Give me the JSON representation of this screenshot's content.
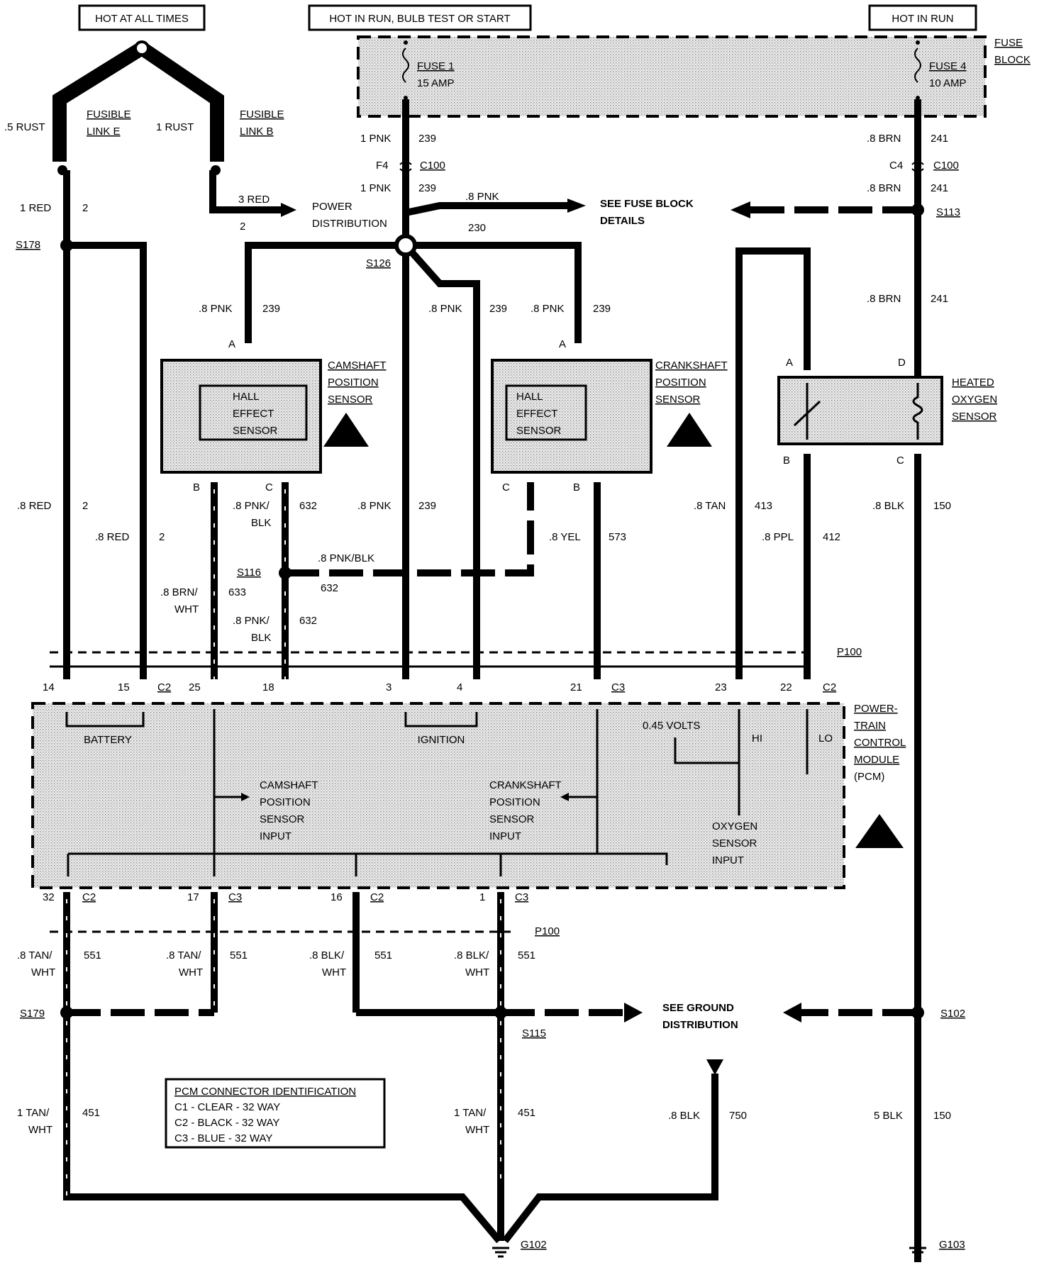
{
  "headers": {
    "hot_always": "HOT AT ALL TIMES",
    "hot_run_bulb": "HOT IN RUN, BULB TEST OR START",
    "hot_run": "HOT IN RUN"
  },
  "fuse_block": {
    "label_line1": "FUSE",
    "label_line2": "BLOCK",
    "fuse1_name": "FUSE 1",
    "fuse1_rating": "15 AMP",
    "fuse4_name": "FUSE 4",
    "fuse4_rating": "10 AMP"
  },
  "fusible_links": {
    "e_line1": "FUSIBLE",
    "e_line2": "LINK E",
    "b_line1": "FUSIBLE",
    "b_line2": "LINK B",
    "e_wire": ".5 RUST",
    "b_wire": "1 RUST"
  },
  "power": {
    "wire_gauge": "3 RED",
    "wire_circuit": "2",
    "dist_line1": "POWER",
    "dist_line2": "DISTRIBUTION"
  },
  "fuse_details": {
    "line1": "SEE FUSE BLOCK",
    "line2": "DETAILS"
  },
  "ground_dist": {
    "line1": "SEE GROUND",
    "line2": "DISTRIBUTION"
  },
  "wires": {
    "red1": "1 RED",
    "c2": "2",
    "pnk1": "1 PNK",
    "c239": "239",
    "brn8": ".8 BRN",
    "c241": "241",
    "f4": "F4",
    "c4": "C4",
    "c100": "C100",
    "pnk8": ".8 PNK",
    "c230": "230",
    "red8": ".8 RED",
    "pnkblk1": ".8 PNK/",
    "pnkblk2": "BLK",
    "c632": "632",
    "pnkblk": ".8 PNK/BLK",
    "brnwht1": ".8 BRN/",
    "brnwht2": "WHT",
    "c633": "633",
    "yel": ".8 YEL",
    "c573": "573",
    "tan": ".8 TAN",
    "c413": "413",
    "ppl": ".8 PPL",
    "c412": "412",
    "blk8": ".8 BLK",
    "c150": "150",
    "tanwht1": ".8 TAN/",
    "wht": "WHT",
    "c551": "551",
    "blkwht1": ".8 BLK/",
    "tan1": "1 TAN/",
    "c451": "451",
    "c750": "750",
    "blk5": "5 BLK"
  },
  "splices": {
    "s178": "S178",
    "s126": "S126",
    "s113": "S113",
    "s116": "S116",
    "s179": "S179",
    "s115": "S115",
    "s102": "S102"
  },
  "grounds": {
    "g102": "G102",
    "g103": "G103"
  },
  "connectors": {
    "p100": "P100",
    "c2": "C2",
    "c3": "C3"
  },
  "pins": {
    "p14": "14",
    "p15": "15",
    "p25": "25",
    "p18": "18",
    "p3": "3",
    "p4": "4",
    "p21": "21",
    "p23": "23",
    "p22": "22",
    "p32": "32",
    "p17": "17",
    "p16": "16",
    "p1": "1",
    "A": "A",
    "B": "B",
    "C": "C",
    "D": "D"
  },
  "sensors": {
    "cam_line1": "CAMSHAFT",
    "cam_line2": "POSITION",
    "cam_line3": "SENSOR",
    "crank_line1": "CRANKSHAFT",
    "crank_line2": "POSITION",
    "crank_line3": "SENSOR",
    "o2_line1": "HEATED",
    "o2_line2": "OXYGEN",
    "o2_line3": "SENSOR",
    "hall1": "HALL",
    "hall2": "EFFECT",
    "hall3": "SENSOR"
  },
  "pcm": {
    "line1": "POWER-",
    "line2": "TRAIN",
    "line3": "CONTROL",
    "line4": "MODULE",
    "line5": "(PCM)",
    "battery": "BATTERY",
    "ignition": "IGNITION",
    "volts": "0.45 VOLTS",
    "hi": "HI",
    "lo": "LO",
    "cam_in1": "CAMSHAFT",
    "cam_in2": "POSITION",
    "cam_in3": "SENSOR",
    "cam_in4": "INPUT",
    "crank_in1": "CRANKSHAFT",
    "crank_in2": "POSITION",
    "crank_in3": "SENSOR",
    "crank_in4": "INPUT",
    "o2_in1": "OXYGEN",
    "o2_in2": "SENSOR",
    "o2_in3": "INPUT"
  },
  "pcm_conn_id": {
    "title": "PCM CONNECTOR IDENTIFICATION",
    "row1": "C1 - CLEAR -  32 WAY",
    "row2": "C2 - BLACK -  32 WAY",
    "row3": "C3 - BLUE -  32 WAY"
  }
}
